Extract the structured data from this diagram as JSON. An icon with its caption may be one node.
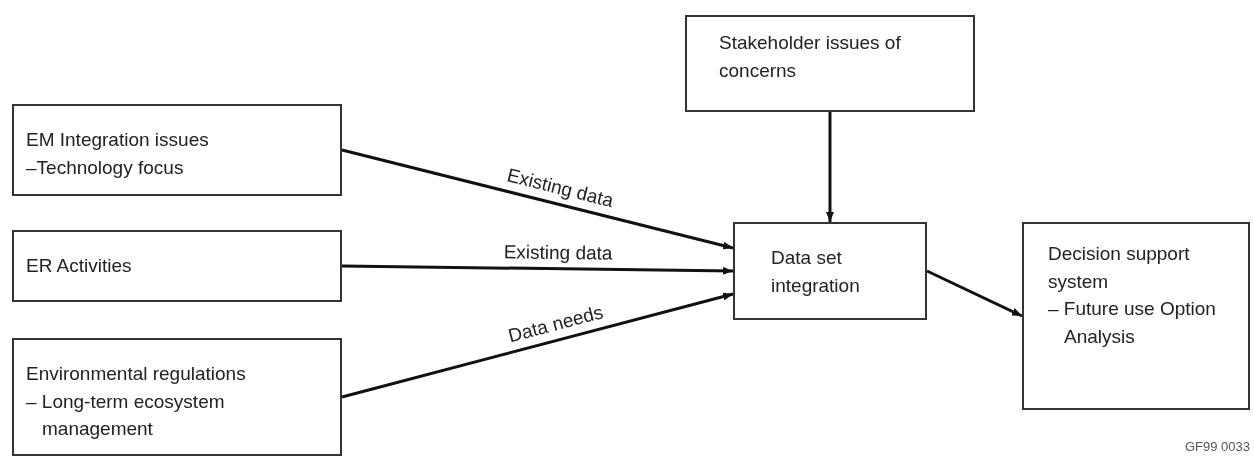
{
  "diagram": {
    "nodes": [
      {
        "text": [
          "Stakeholder issues of concerns"
        ]
      },
      {
        "text": [
          "EM Integration issues",
          "–Technology focus"
        ]
      },
      {
        "text": [
          "ER Activities"
        ]
      },
      {
        "text": [
          "Environmental regulations",
          "–  Long-term ecosystem management"
        ]
      },
      {
        "text": [
          "Data set integration"
        ]
      },
      {
        "text": [
          "Decision support system",
          "– Future use Option Analysis"
        ]
      }
    ],
    "edges": [
      {
        "from": 1,
        "to": 4,
        "arrow": "to",
        "label": "Existing data"
      },
      {
        "from": 2,
        "to": 4,
        "arrow": "to",
        "label": "Existing data"
      },
      {
        "from": 3,
        "to": 4,
        "arrow": "to",
        "label": "Data needs"
      },
      {
        "from": 0,
        "to": 4,
        "arrow": "to"
      },
      {
        "from": 4,
        "to": 5,
        "arrow": "to"
      }
    ],
    "labels": [
      "GF99 0033"
    ]
  }
}
